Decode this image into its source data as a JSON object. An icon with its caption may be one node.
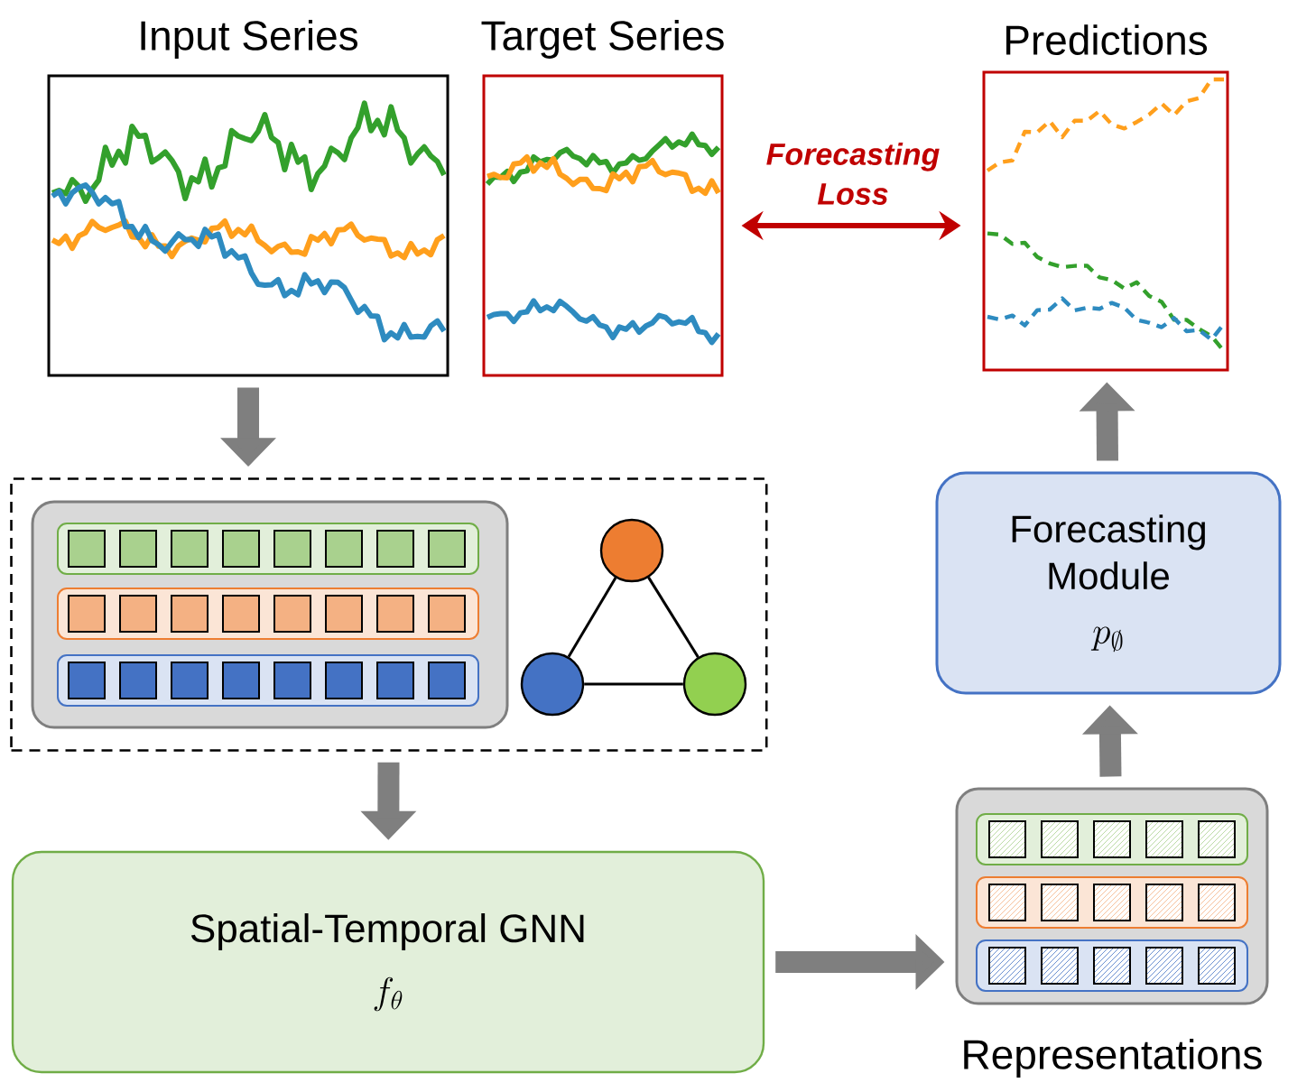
{
  "diagram": {
    "nodes": [
      {
        "text": [
          "Input Series"
        ]
      },
      {
        "text": [
          "Target Series"
        ]
      },
      {
        "text": [
          "Predictions"
        ]
      },
      {
        "text": [],
        "shape": "box"
      },
      {
        "text": [],
        "shape": "box",
        "in": 3
      },
      {
        "text": [],
        "shape": "circle",
        "in": 3
      },
      {
        "text": [],
        "shape": "circle",
        "in": 3
      },
      {
        "text": [],
        "shape": "circle",
        "in": 3
      },
      {
        "text": [
          "Spatial-Temporal GNN",
          "f_{\\theta}"
        ]
      },
      {
        "text": [
          "Representations"
        ]
      },
      {
        "text": [
          "Forecasting Module",
          "p_{\\emptyset}"
        ]
      }
    ],
    "edges": [
      {
        "from": 0,
        "to": 3,
        "arrow": "to"
      },
      {
        "from": 3,
        "to": 8,
        "arrow": "to"
      },
      {
        "from": 8,
        "to": 9,
        "arrow": "to"
      },
      {
        "from": 9,
        "to": 10,
        "arrow": "to"
      },
      {
        "from": 10,
        "to": 2,
        "arrow": "to"
      },
      {
        "from": 1,
        "to": 2,
        "arrow": "both",
        "label": "Forecasting Loss",
        "color": "#c00000"
      },
      {
        "from": 5,
        "to": 6,
        "arrow": "none",
        "color": "#000000"
      },
      {
        "from": 5,
        "to": 7,
        "arrow": "none",
        "color": "#000000"
      },
      {
        "from": 6,
        "to": 7,
        "arrow": "none",
        "color": "#000000"
      }
    ]
  }
}
